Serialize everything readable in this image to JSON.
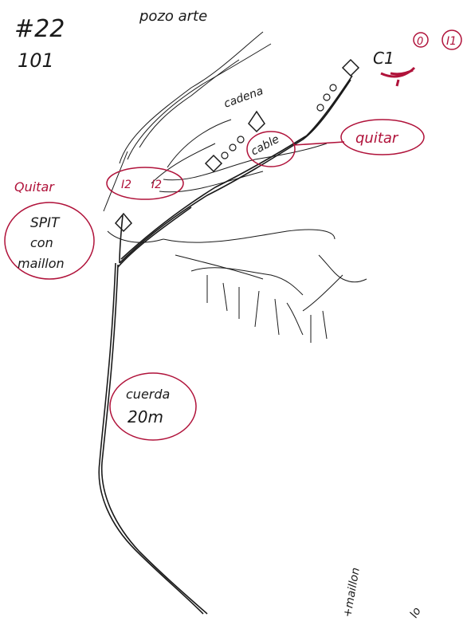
{
  "header": {
    "number": "#22",
    "title": "pozo arte",
    "code": "101"
  },
  "labels": {
    "c1": "C1",
    "c1_ring": "I1",
    "c1_bolt": "0",
    "cadena": "cadena",
    "cable": "cable",
    "quitar_right": "quitar",
    "quitar_left": "Quitar",
    "spit_ring_a": "I2",
    "spit_ring_b": "I2",
    "spit_note_1": "SPIT",
    "spit_note_2": "con",
    "spit_note_3": "maillon",
    "cuerda_1": "cuerda",
    "cuerda_2": "20m",
    "maillon_bottom": "+maillon",
    "bottom_fragment": "lo"
  },
  "colors": {
    "ink": "#1a1a1a",
    "annotation_red": "#b0123a",
    "background": "#ffffff"
  }
}
